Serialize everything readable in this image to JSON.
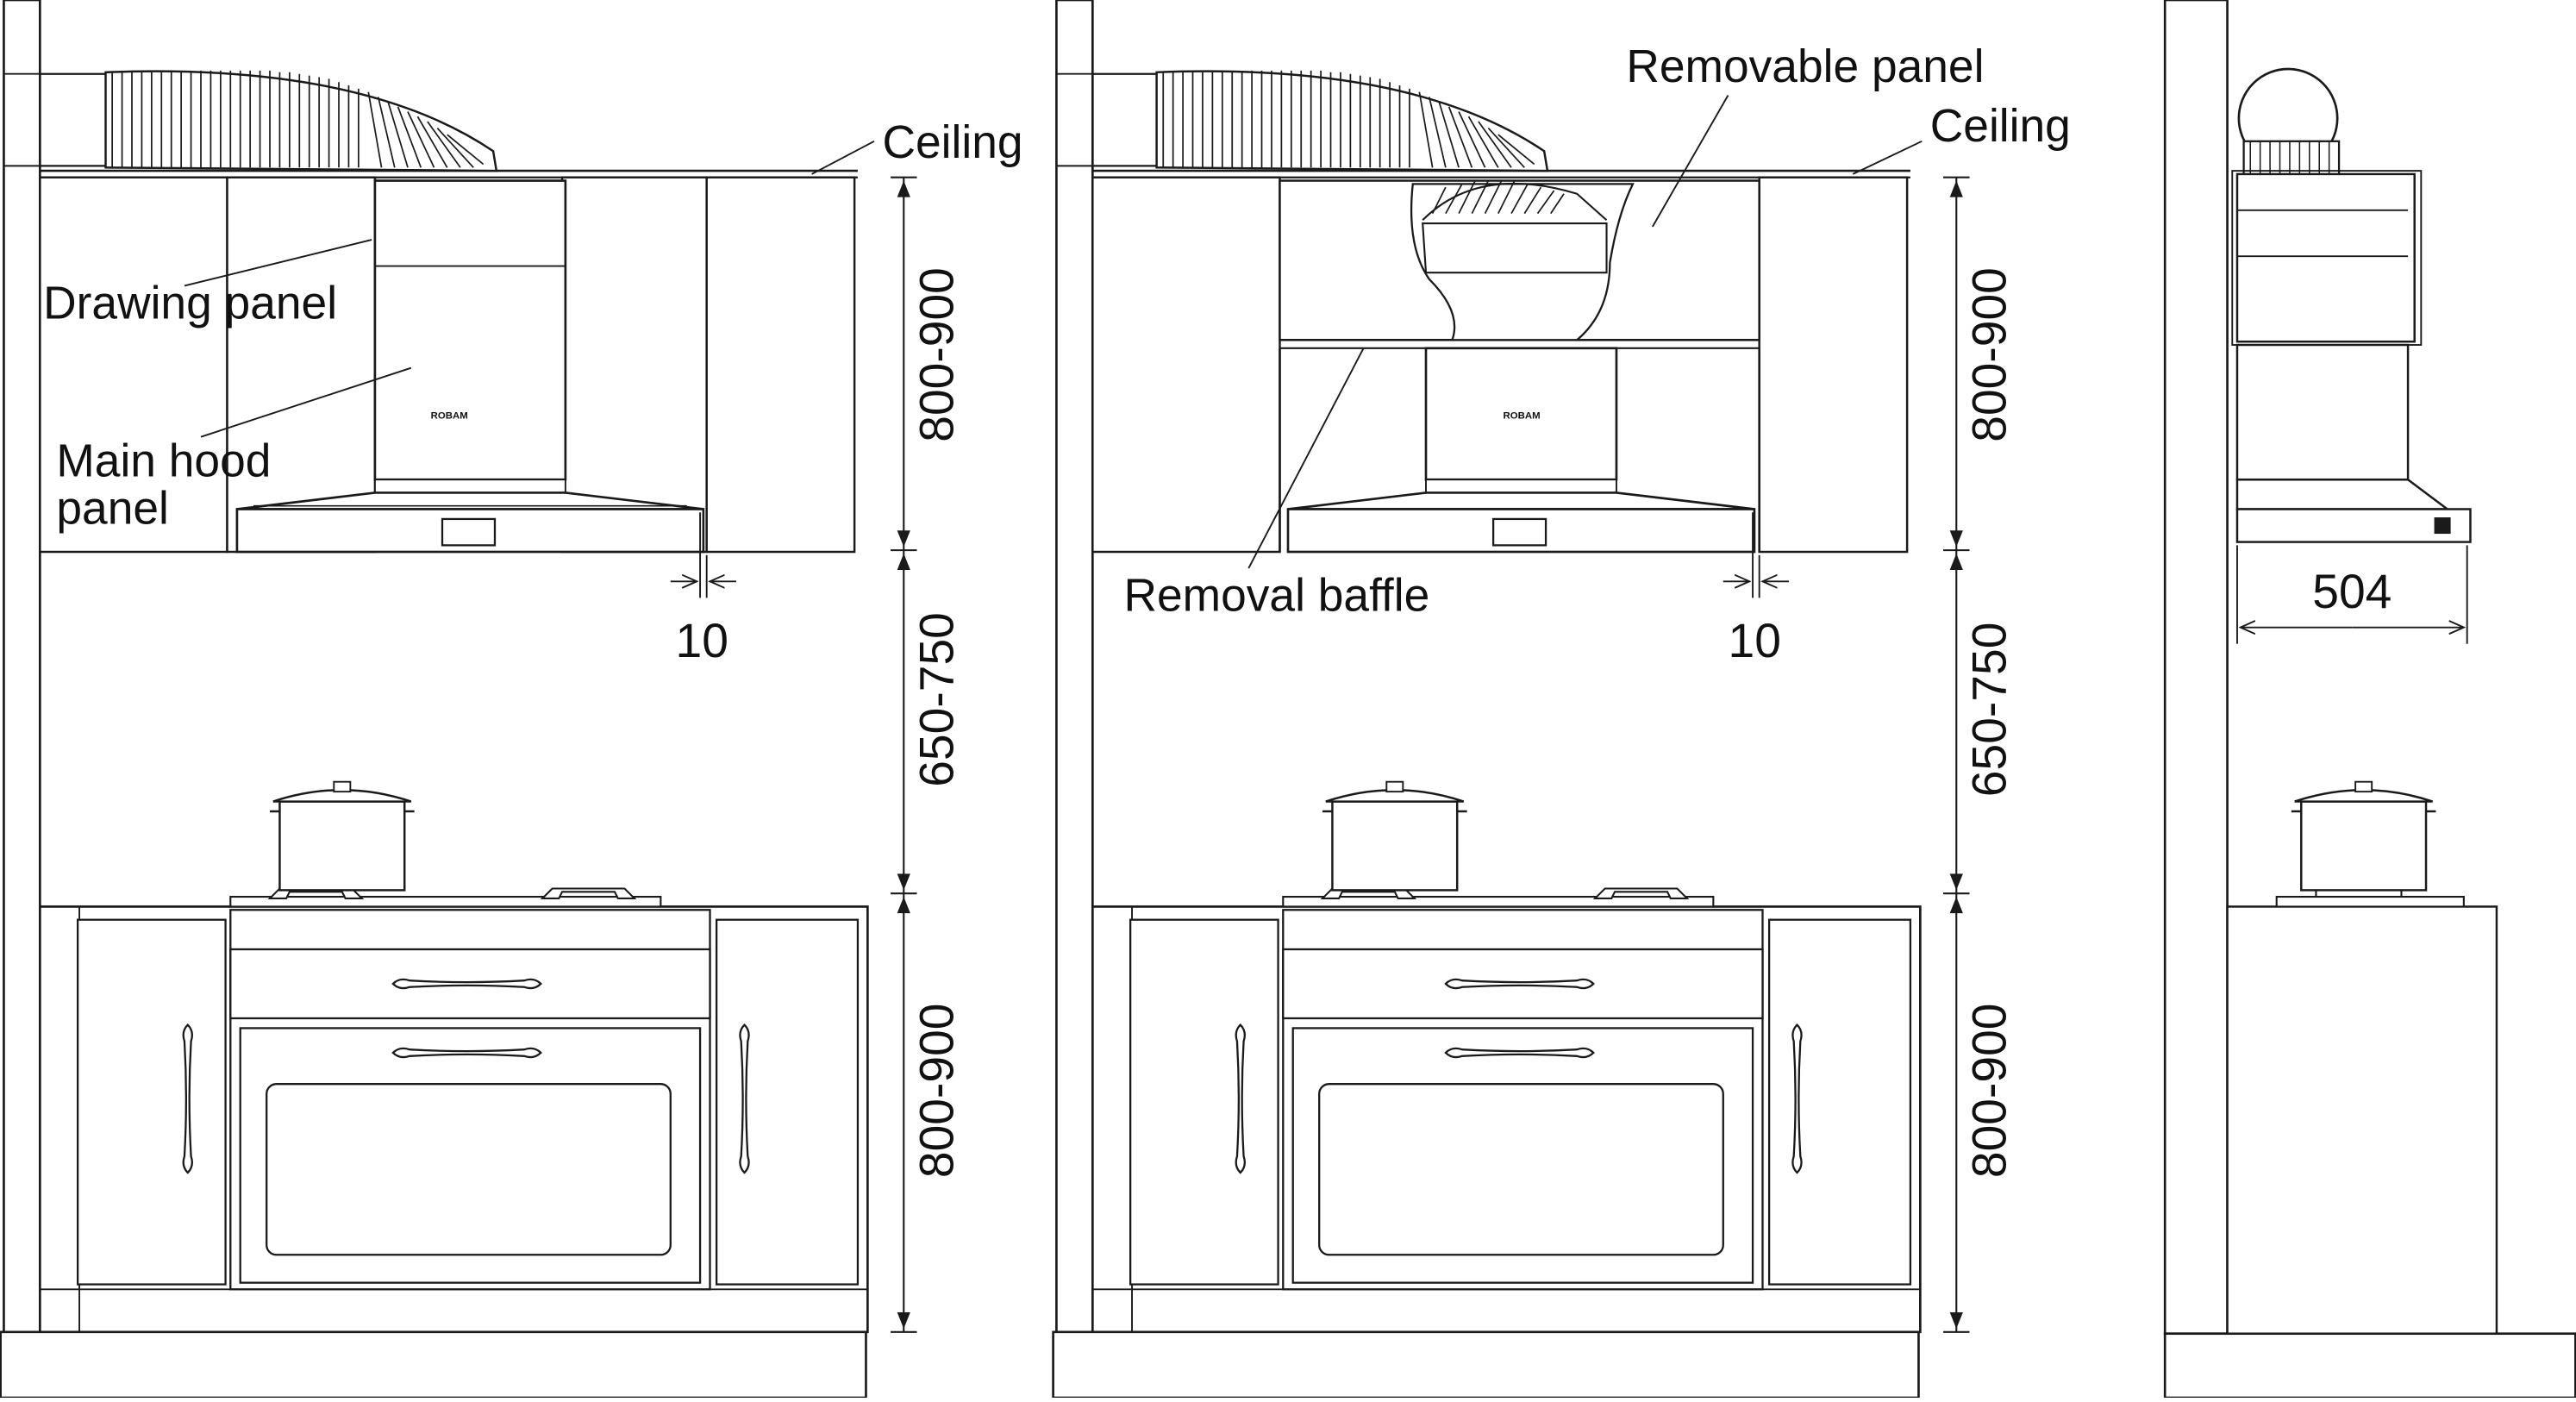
{
  "diagram": {
    "labels": {
      "ceiling": "Ceiling",
      "drawing_panel": "Drawing panel",
      "main_hood_panel_line1": "Main hood",
      "main_hood_panel_line2": "panel",
      "removable_panel": "Removable panel",
      "removal_baffle": "Removal baffle",
      "brand": "ROBAM"
    },
    "dimensions": {
      "upper_cabinet_height": "800-900",
      "hood_to_cooktop_height": "650-750",
      "base_cabinet_height": "800-900",
      "side_gap": "10",
      "hood_depth": "504"
    },
    "colors": {
      "line": "#1a1a1a",
      "background": "#ffffff"
    }
  }
}
